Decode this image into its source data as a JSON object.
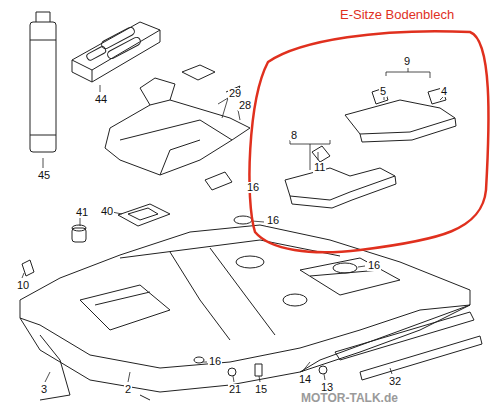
{
  "diagram": {
    "title": "E-Sitze Bodenblech",
    "labels": [
      "45",
      "44",
      "29",
      "28",
      "9",
      "5",
      "4",
      "8",
      "11",
      "40",
      "41",
      "16",
      "16",
      "10",
      "16",
      "3",
      "2",
      "16",
      "21",
      "15",
      "14",
      "13",
      "32",
      "MOTOR-TALK.de"
    ]
  }
}
